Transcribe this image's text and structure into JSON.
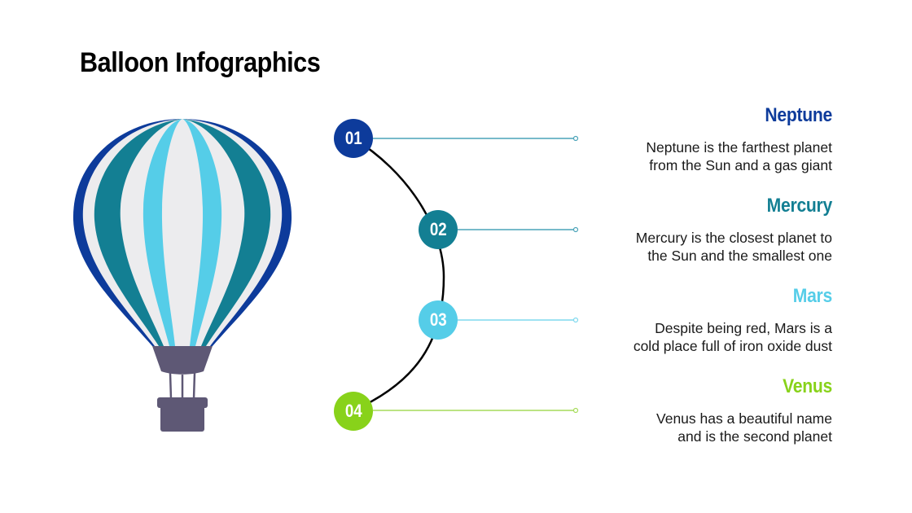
{
  "title": "Balloon Infographics",
  "colors": {
    "neptune": "#0d3b9b",
    "mercury": "#137f93",
    "mars": "#55cde8",
    "venus": "#88d21a",
    "balloon_light": "#ececee",
    "basket": "#5e5875",
    "arc": "#000000"
  },
  "steps": [
    {
      "number": "01",
      "title": "Neptune",
      "line1": "Neptune is the farthest planet",
      "line2": "from the Sun and a gas giant",
      "color": "#0d3b9b",
      "line_color": "#4aa3b8"
    },
    {
      "number": "02",
      "title": "Mercury",
      "line1": "Mercury is the closest planet to",
      "line2": "the Sun and the smallest one",
      "color": "#137f93",
      "line_color": "#4aa3b8"
    },
    {
      "number": "03",
      "title": "Mars",
      "line1": "Despite being red, Mars is a",
      "line2": "cold place full of iron oxide dust",
      "color": "#55cde8",
      "line_color": "#7fd9ee"
    },
    {
      "number": "04",
      "title": "Venus",
      "line1": "Venus has a beautiful name",
      "line2": "and is the second planet",
      "color": "#88d21a",
      "line_color": "#a6dc5a"
    }
  ],
  "illustration": "hot-air-balloon"
}
